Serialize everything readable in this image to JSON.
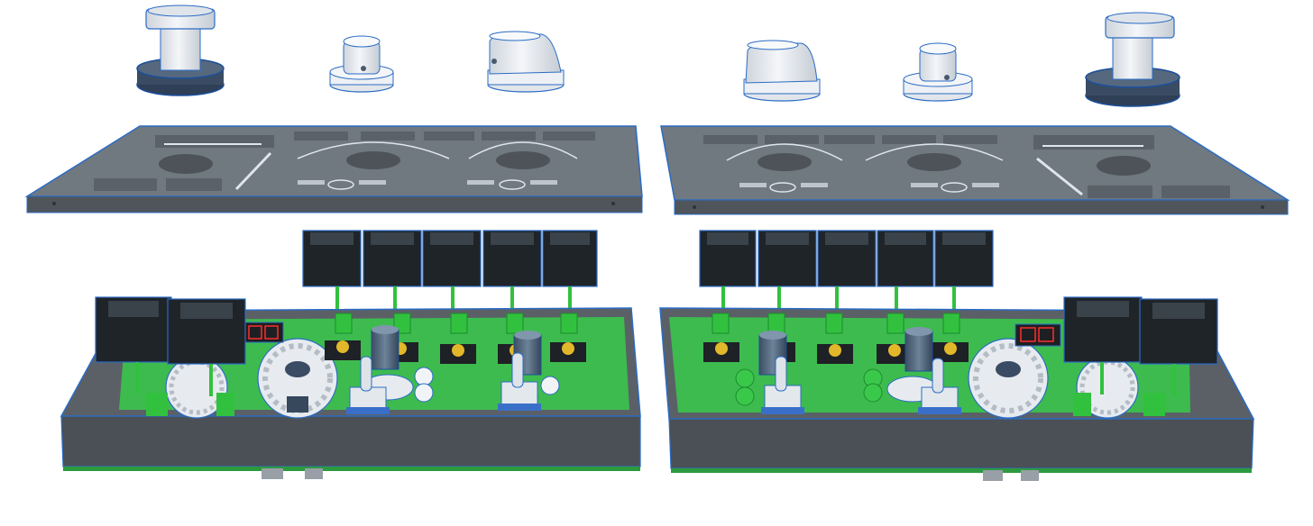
{
  "scene": {
    "description_kind": "exploded-3d-render",
    "assemblies": [
      "left-control-box",
      "right-control-box"
    ]
  },
  "left_unit": {
    "display_value": "",
    "button_labels": [
      "",
      "",
      "",
      "",
      ""
    ],
    "dial_labels": [
      "",
      ""
    ]
  },
  "right_unit": {
    "display_value": "",
    "button_labels": [
      "",
      "",
      "",
      "",
      ""
    ],
    "dial_labels": [
      "",
      ""
    ]
  },
  "colors": {
    "enclosure": "#5b6066",
    "enclosure_dark": "#43474c",
    "pcb": "#3dbb4f",
    "keycap": "#1f2429",
    "knob": "#e9edf2",
    "display": "#ff2d2d",
    "tactile_button": "#e2b82a",
    "led_green": "#32c13e",
    "outline": "#2b6cc4"
  }
}
